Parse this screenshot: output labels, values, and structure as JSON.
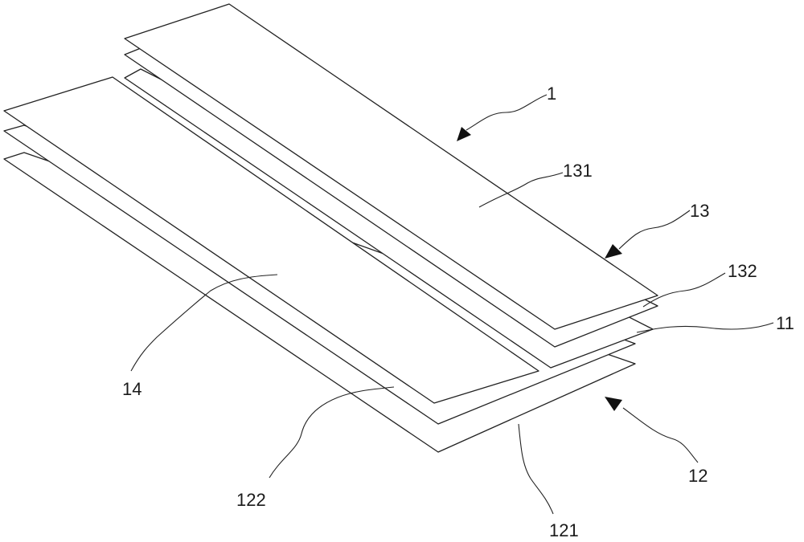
{
  "labels": {
    "assembly": "1",
    "layer_13": "13",
    "layer_131": "131",
    "layer_132": "132",
    "layer_11": "11",
    "layer_12": "12",
    "layer_121": "121",
    "layer_122": "122",
    "layer_14": "14"
  },
  "colors": {
    "line": "#222222",
    "background": "#ffffff"
  }
}
